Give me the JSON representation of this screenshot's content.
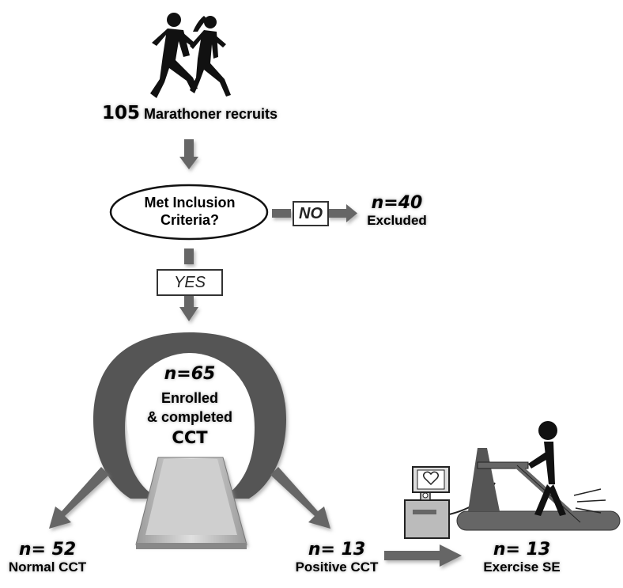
{
  "recruits": {
    "count": "105",
    "label": "Marathoner recruits"
  },
  "decision": {
    "line1": "Met Inclusion",
    "line2": "Criteria?"
  },
  "no_label": "NO",
  "yes_label": "YES",
  "excluded": {
    "n": "n=40",
    "label": "Excluded"
  },
  "enrolled": {
    "n": "n=65",
    "line1": "Enrolled",
    "line2": "& completed",
    "line3": "CCT"
  },
  "normal": {
    "n": "n= 52",
    "label": "Normal CCT"
  },
  "positive": {
    "n": "n= 13",
    "label": "Positive CCT"
  },
  "exercise": {
    "n": "n= 13",
    "label": "Exercise SE"
  },
  "icons": [
    "runners-icon",
    "ct-scanner-icon",
    "treadmill-stress-echo-icon",
    "heart-icon"
  ],
  "colors": {
    "arrow": "#666666",
    "scanner_ring": "#555555",
    "scanner_table": "#c8c8c8"
  }
}
